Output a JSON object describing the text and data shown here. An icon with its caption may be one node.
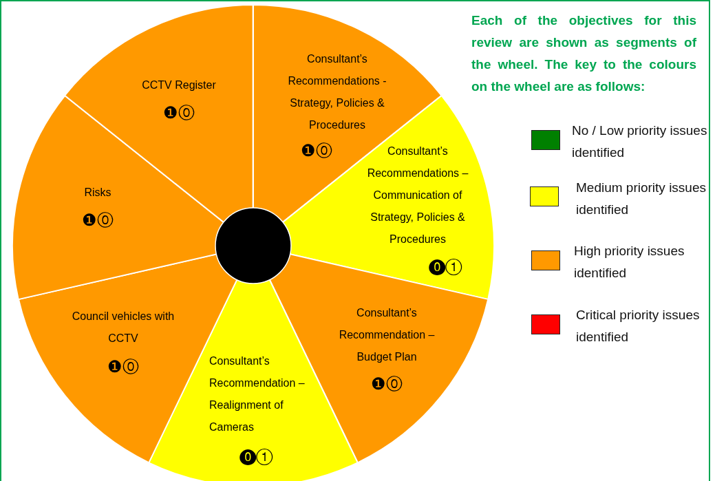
{
  "diagram": {
    "nodes": [
      {
        "text": [
          "Consultant’s Recommendations - Strategy, Policies & Procedures",
          "❶⓪"
        ]
      },
      {
        "text": [
          "Consultant’s Recommendations – Communication of Strategy, Policies & Procedures",
          "⓿①"
        ]
      },
      {
        "text": [
          "Consultant’s Recommendation – Budget Plan",
          "❶⓪"
        ]
      },
      {
        "text": [
          "Consultant’s Recommendation – Realignment of Cameras",
          "⓿①"
        ]
      },
      {
        "text": [
          "Council vehicles with CCTV",
          "❶⓪"
        ]
      },
      {
        "text": [
          "Risks",
          "❶⓪"
        ]
      },
      {
        "text": [
          "CCTV Register",
          "❶⓪"
        ]
      },
      {
        "text": [],
        "shape": "circle"
      }
    ],
    "edges": [],
    "labels": [
      "Each of the objectives for this review are shown as segments of the wheel. The key to the colours on the wheel are as follows:"
    ],
    "legend": [
      {
        "text": "No / Low priority issues identified",
        "color": "#008000"
      },
      {
        "text": "Medium priority issues identified",
        "color": "#ffff00"
      },
      {
        "text": "High priority issues identified",
        "color": "#ff9900"
      },
      {
        "text": "Critical priority issues identified",
        "color": "#ff0000"
      }
    ]
  }
}
